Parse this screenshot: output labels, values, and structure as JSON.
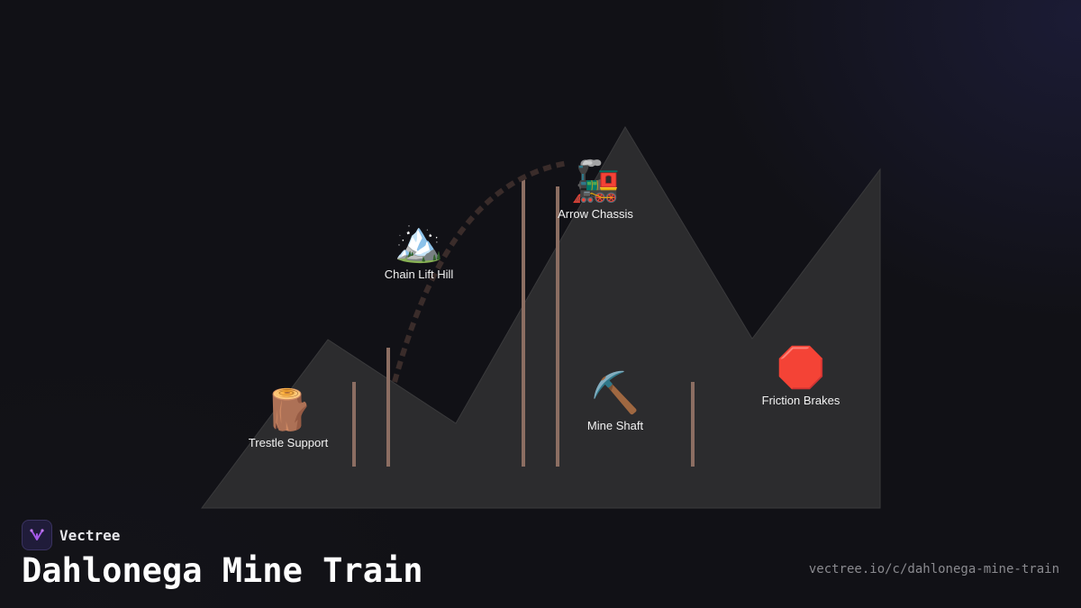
{
  "brand": {
    "name": "Vectree",
    "accent": "#a458e8"
  },
  "title": "Dahlonega Mine Train",
  "url": "vectree.io/c/dahlonega-mine-train",
  "colors": {
    "background": "#111116",
    "terrain": "#2c2c2e",
    "post": "#8c6e62",
    "track": "#3a2c2a"
  },
  "nodes": [
    {
      "id": "trestle-support",
      "label": "Trestle Support",
      "icon": "wood-log-icon",
      "glyph": "🪵"
    },
    {
      "id": "chain-lift-hill",
      "label": "Chain Lift Hill",
      "icon": "snow-mountain-icon",
      "glyph": "🏔️"
    },
    {
      "id": "arrow-chassis",
      "label": "Arrow Chassis",
      "icon": "locomotive-icon",
      "glyph": "🚂"
    },
    {
      "id": "mine-shaft",
      "label": "Mine Shaft",
      "icon": "pickaxe-icon",
      "glyph": "⛏️"
    },
    {
      "id": "friction-brakes",
      "label": "Friction Brakes",
      "icon": "stop-sign-icon",
      "glyph": "🛑"
    }
  ]
}
